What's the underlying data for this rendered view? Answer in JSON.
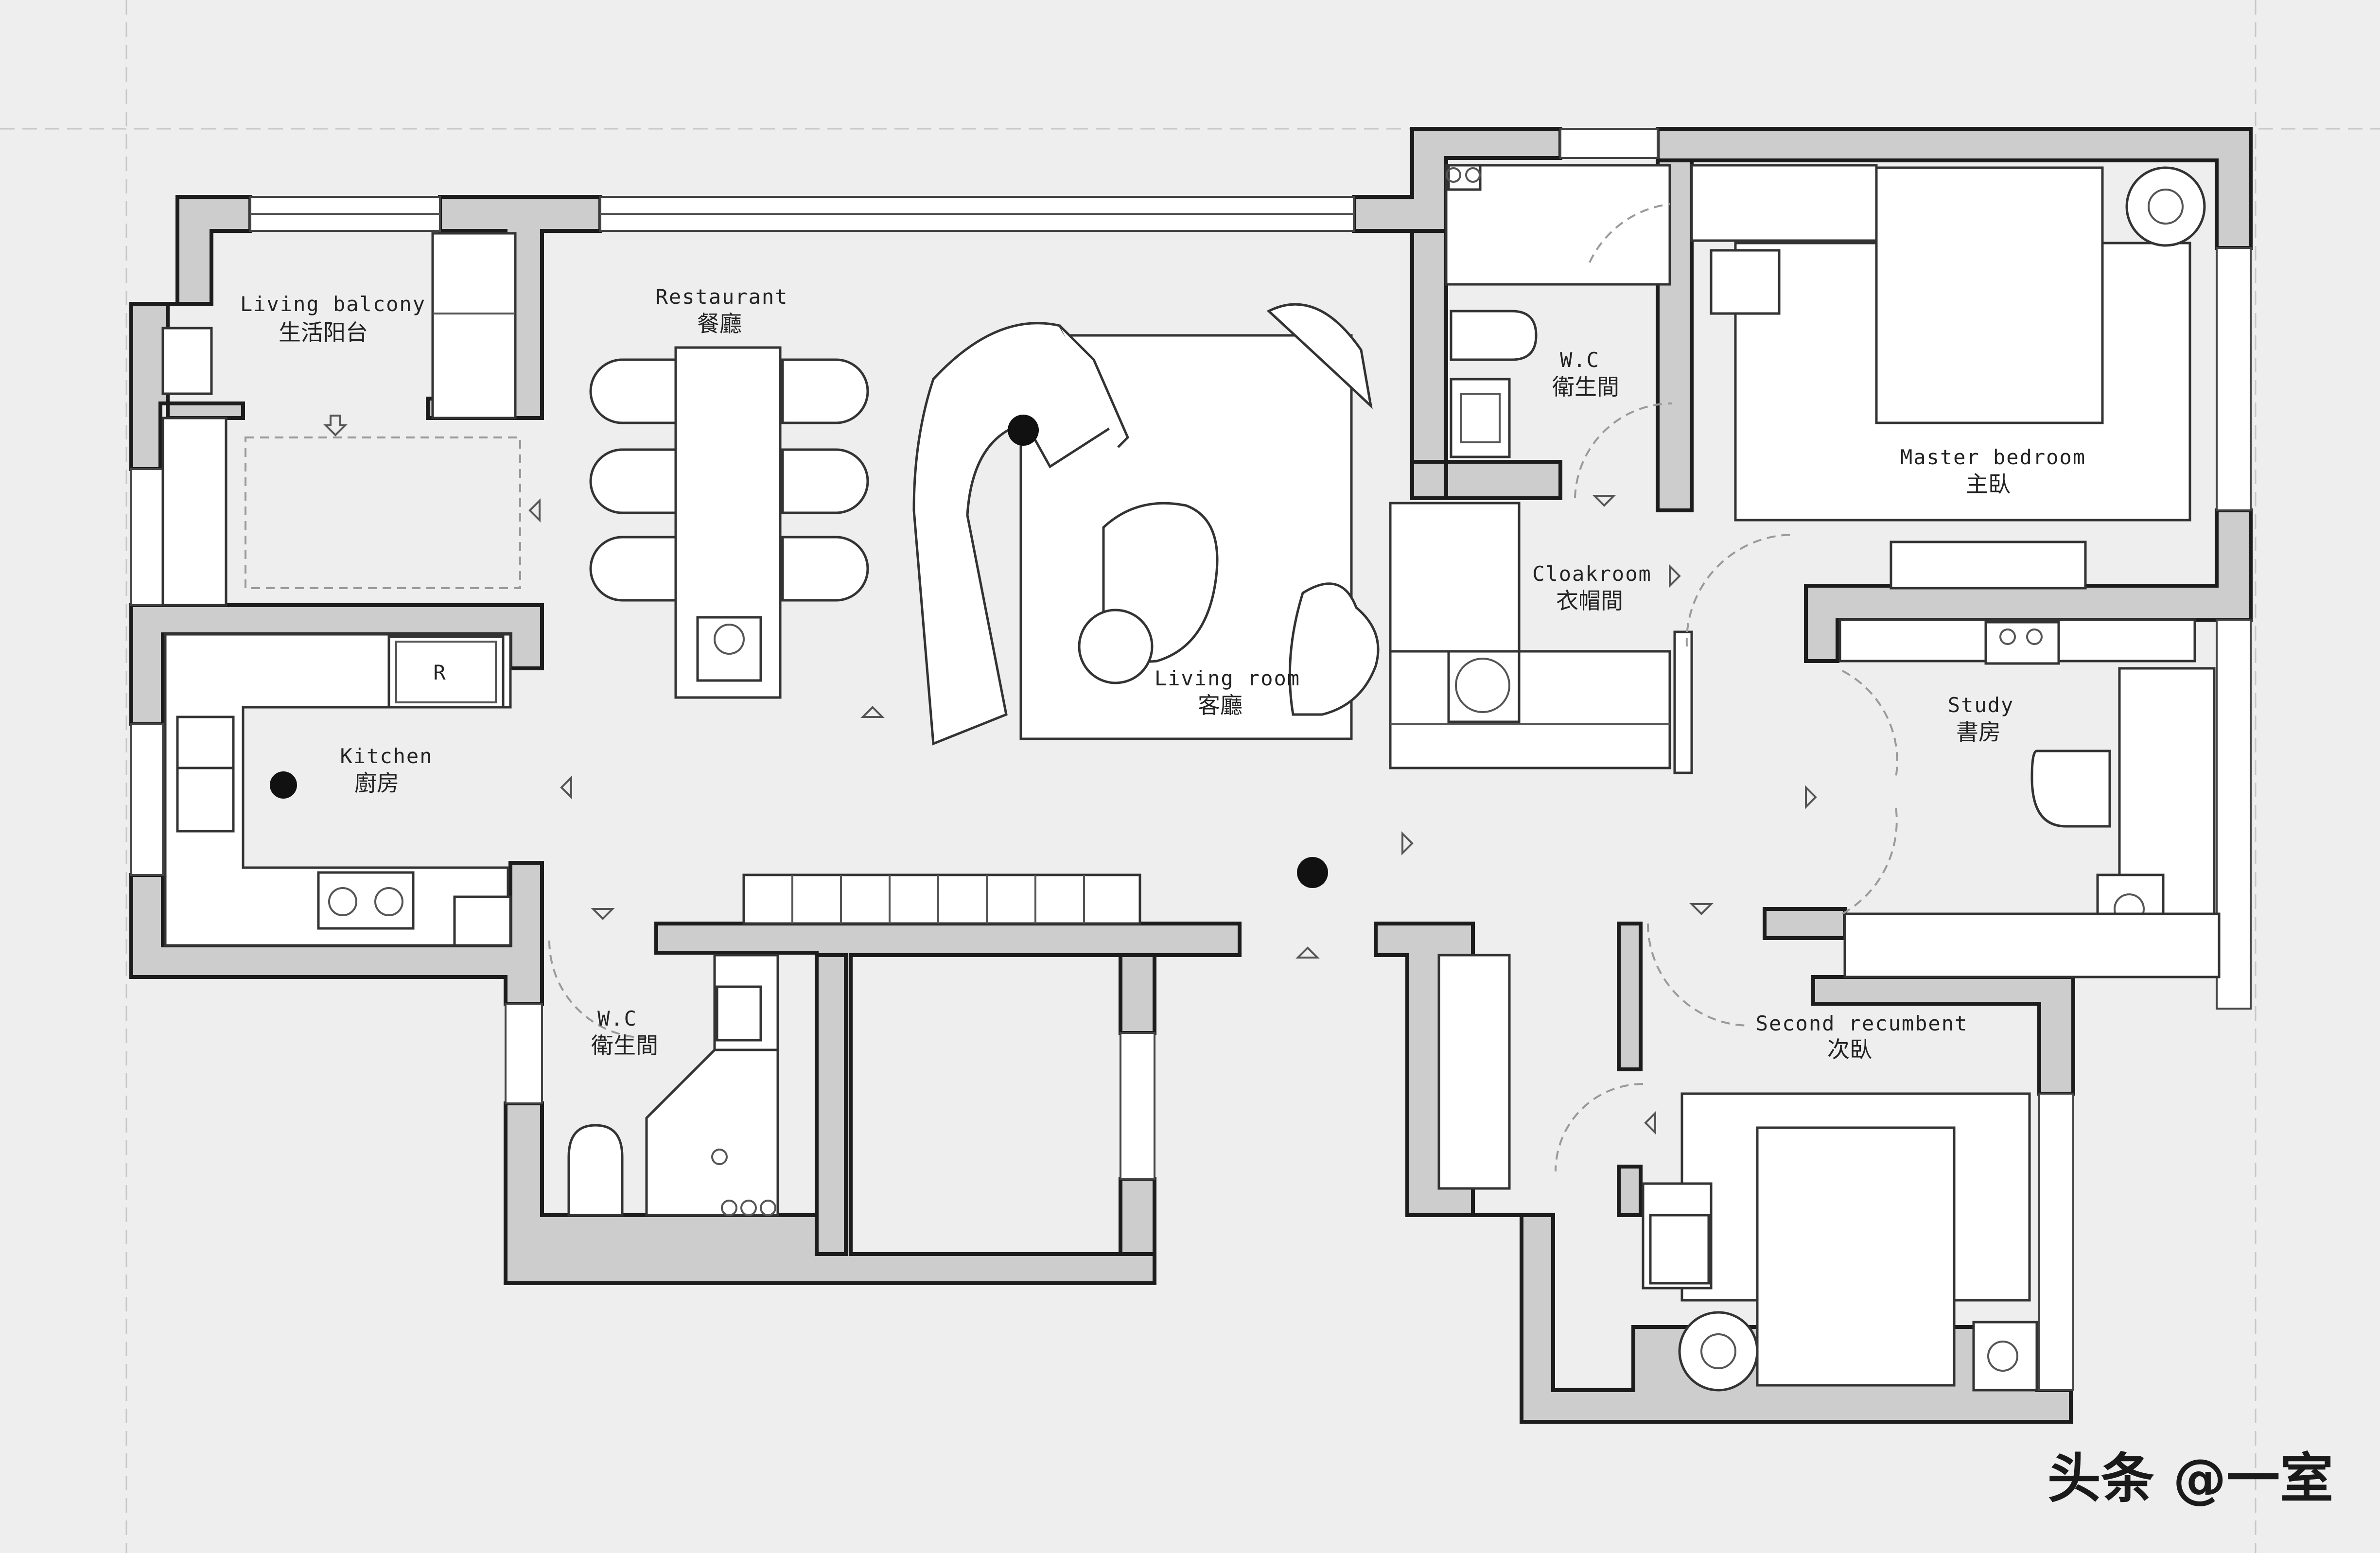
{
  "rooms": {
    "living_balcony": {
      "en": "Living balcony",
      "zh": "生活阳台"
    },
    "restaurant": {
      "en": "Restaurant",
      "zh": "餐廳"
    },
    "kitchen": {
      "en": "Kitchen",
      "zh": "廚房"
    },
    "living_room": {
      "en": "Living room",
      "zh": "客廳"
    },
    "wc_top": {
      "en": "W.C",
      "zh": "衛生間"
    },
    "wc_bottom": {
      "en": "W.C",
      "zh": "衛生間"
    },
    "cloakroom": {
      "en": "Cloakroom",
      "zh": "衣帽間"
    },
    "master_bedroom": {
      "en": "Master bedroom",
      "zh": "主臥"
    },
    "study": {
      "en": "Study",
      "zh": "書房"
    },
    "second_recumbent": {
      "en": "Second recumbent",
      "zh": "次臥"
    }
  },
  "fridge_mark": "R",
  "watermark": "头条 @一室",
  "colors": {
    "background": "#eeeeee",
    "wall": "#cdcdcd",
    "furniture": "#ffffff",
    "outline": "#1c1c1c"
  }
}
